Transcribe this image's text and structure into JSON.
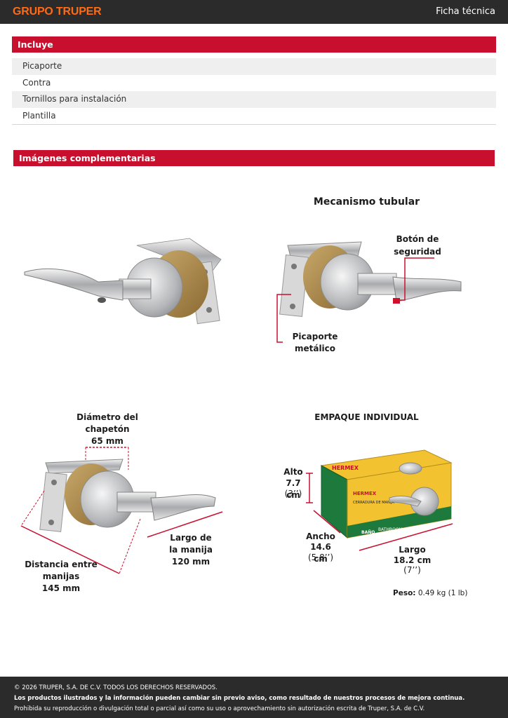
{
  "header": {
    "brand": "GRUPO TRUPER",
    "doc_type": "Ficha técnica"
  },
  "includes": {
    "title": "Incluye",
    "items": [
      "Picaporte",
      "Contra",
      "Tornillos para instalación",
      "Plantilla"
    ]
  },
  "images": {
    "title": "Imágenes complementarias",
    "mechanism_title": "Mecanismo tubular",
    "button_label_1": "Botón de",
    "button_label_2": "seguridad",
    "latch_label": "Picaporte metálico",
    "diameter_1": "Diámetro del",
    "diameter_2": "chapetón",
    "diameter_3": "65 mm",
    "handle_1": "Largo de",
    "handle_2": "la manija",
    "handle_3": "120 mm",
    "distance_1": "Distancia entre",
    "distance_2": "manijas",
    "distance_3": "145  mm",
    "package_title": "EMPAQUE INDIVIDUAL",
    "height_1": "Alto",
    "height_2": "7.7 cm",
    "height_3": "(3’’)",
    "width_1": "Ancho",
    "width_2": "14.6 cm",
    "width_3": "(5.8’’)",
    "length_1": "Largo",
    "length_2": "18.2 cm",
    "length_3": "(7’’)",
    "weight_label": "Peso:",
    "weight_value": "0.49 kg (1 lb)",
    "box_brand": "HERMEX",
    "box_text_1": "CERRADURA DE MANIJA",
    "box_text_2": "BAÑO",
    "box_text_3": "BATHROOM"
  },
  "footer": {
    "line1": "© 2026 TRUPER, S.A. DE C.V. TODOS LOS DERECHOS RESERVADOS.",
    "line2": "Los productos ilustrados y la información pueden cambiar sin previo aviso, como resultado de nuestros procesos de mejora continua.",
    "line3": "Prohibida su reproducción o divulgación total o parcial así como su uso o aprovechamiento sin autorización escrita de Truper, S.A. de C.V."
  },
  "colors": {
    "accent": "#c8102e",
    "brand": "#ff6a14",
    "dark": "#2b2b2b",
    "box_yellow": "#f2c230",
    "box_green": "#1e7a3c"
  }
}
